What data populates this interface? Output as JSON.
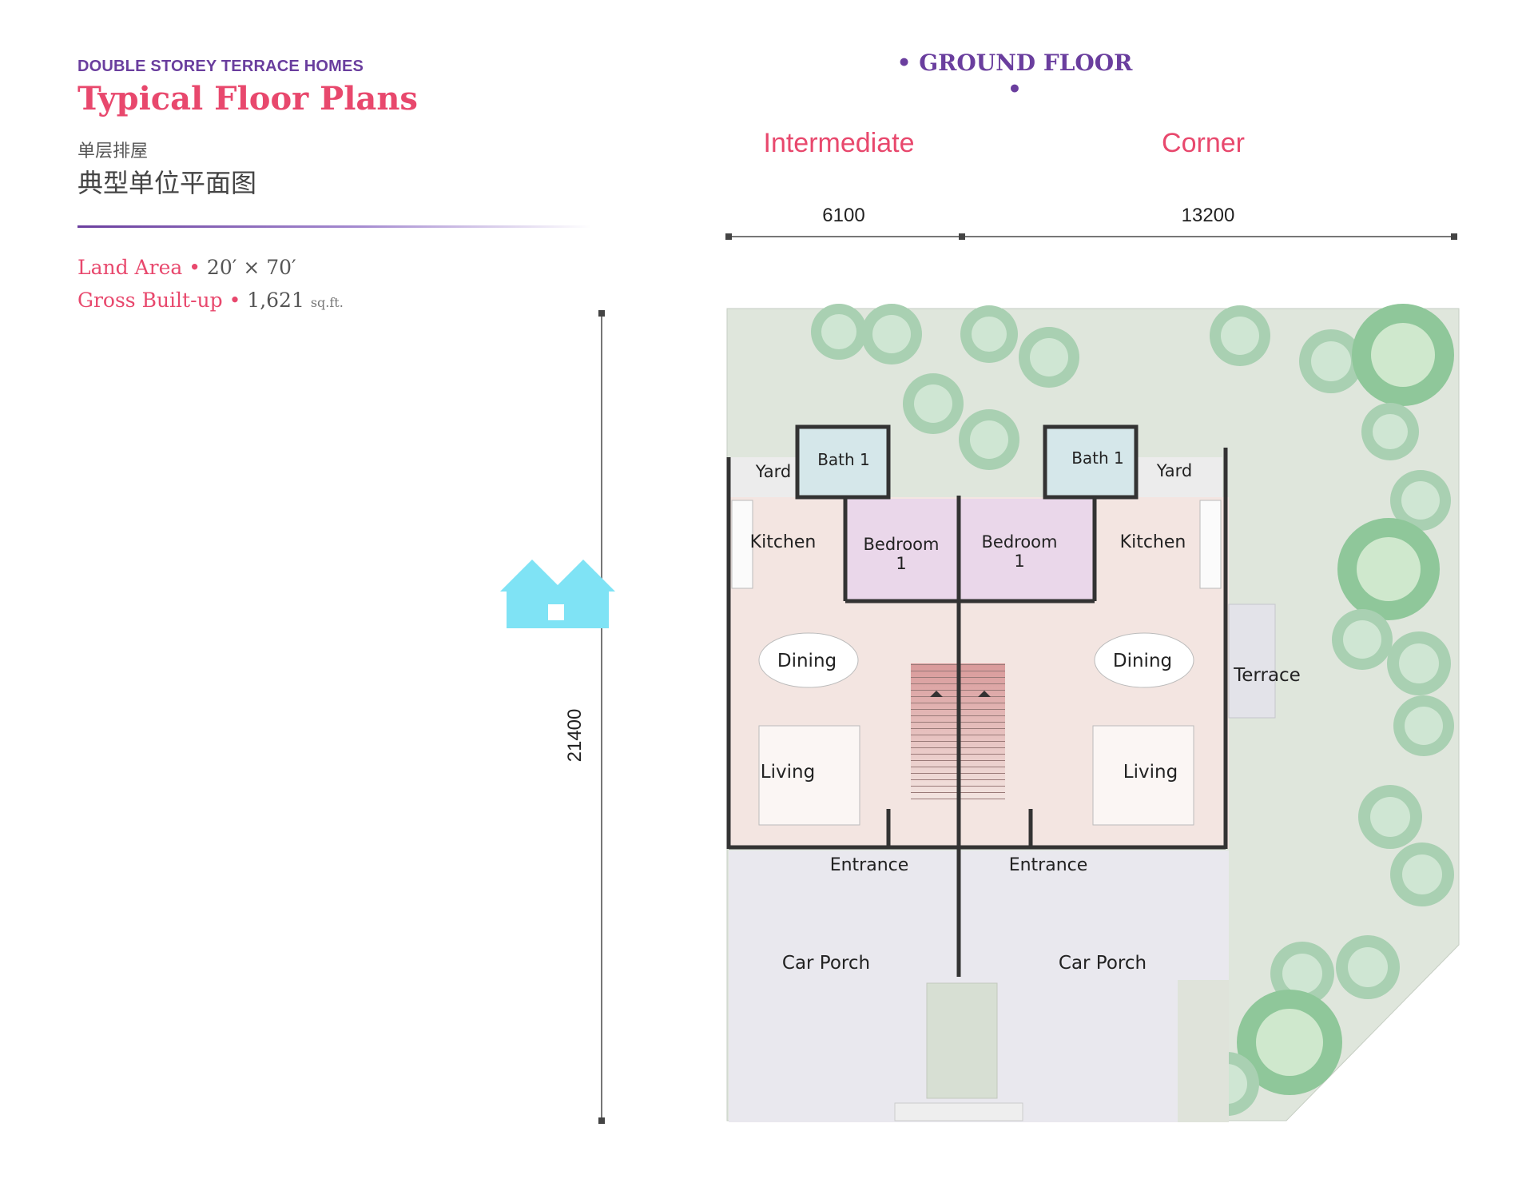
{
  "header": {
    "series": "DOUBLE STOREY TERRACE HOMES",
    "title": "Typical Floor Plans",
    "chinese_subtitle_1": "单层排屋",
    "chinese_subtitle_2": "典型单位平面图"
  },
  "specs": {
    "land_area_label": "Land Area",
    "land_area_value": "20′ × 70′",
    "gross_label": "Gross Built-up",
    "gross_value": "1,621",
    "gross_unit": "sq.ft.",
    "separator": "•"
  },
  "plan": {
    "floor_title": "• GROUND FLOOR •",
    "intermediate_label": "Intermediate",
    "corner_label": "Corner",
    "dim_intermediate": "6100",
    "dim_corner": "13200",
    "dim_depth": "21400",
    "rooms": {
      "bath_left": "Bath 1",
      "bath_right": "Bath 1",
      "yard_left": "Yard",
      "yard_right": "Yard",
      "kitchen_left": "Kitchen",
      "kitchen_right": "Kitchen",
      "bedroom_left_line1": "Bedroom",
      "bedroom_left_line2": "1",
      "bedroom_right_line1": "Bedroom",
      "bedroom_right_line2": "1",
      "dining_left": "Dining",
      "dining_right": "Dining",
      "living_left": "Living",
      "living_right": "Living",
      "terrace": "Terrace",
      "entrance_left": "Entrance",
      "entrance_right": "Entrance",
      "carporch_left": "Car Porch",
      "carporch_right": "Car Porch"
    }
  },
  "colors": {
    "purple": "#6a3e9e",
    "pink": "#e8486d",
    "garden": "#dfe6dc",
    "interior": "#f3e5e1",
    "bedroom": "#ead7ea",
    "bath": "#d5e7ea",
    "porch": "#e9e8ee",
    "logo": "#7fe3f5"
  }
}
